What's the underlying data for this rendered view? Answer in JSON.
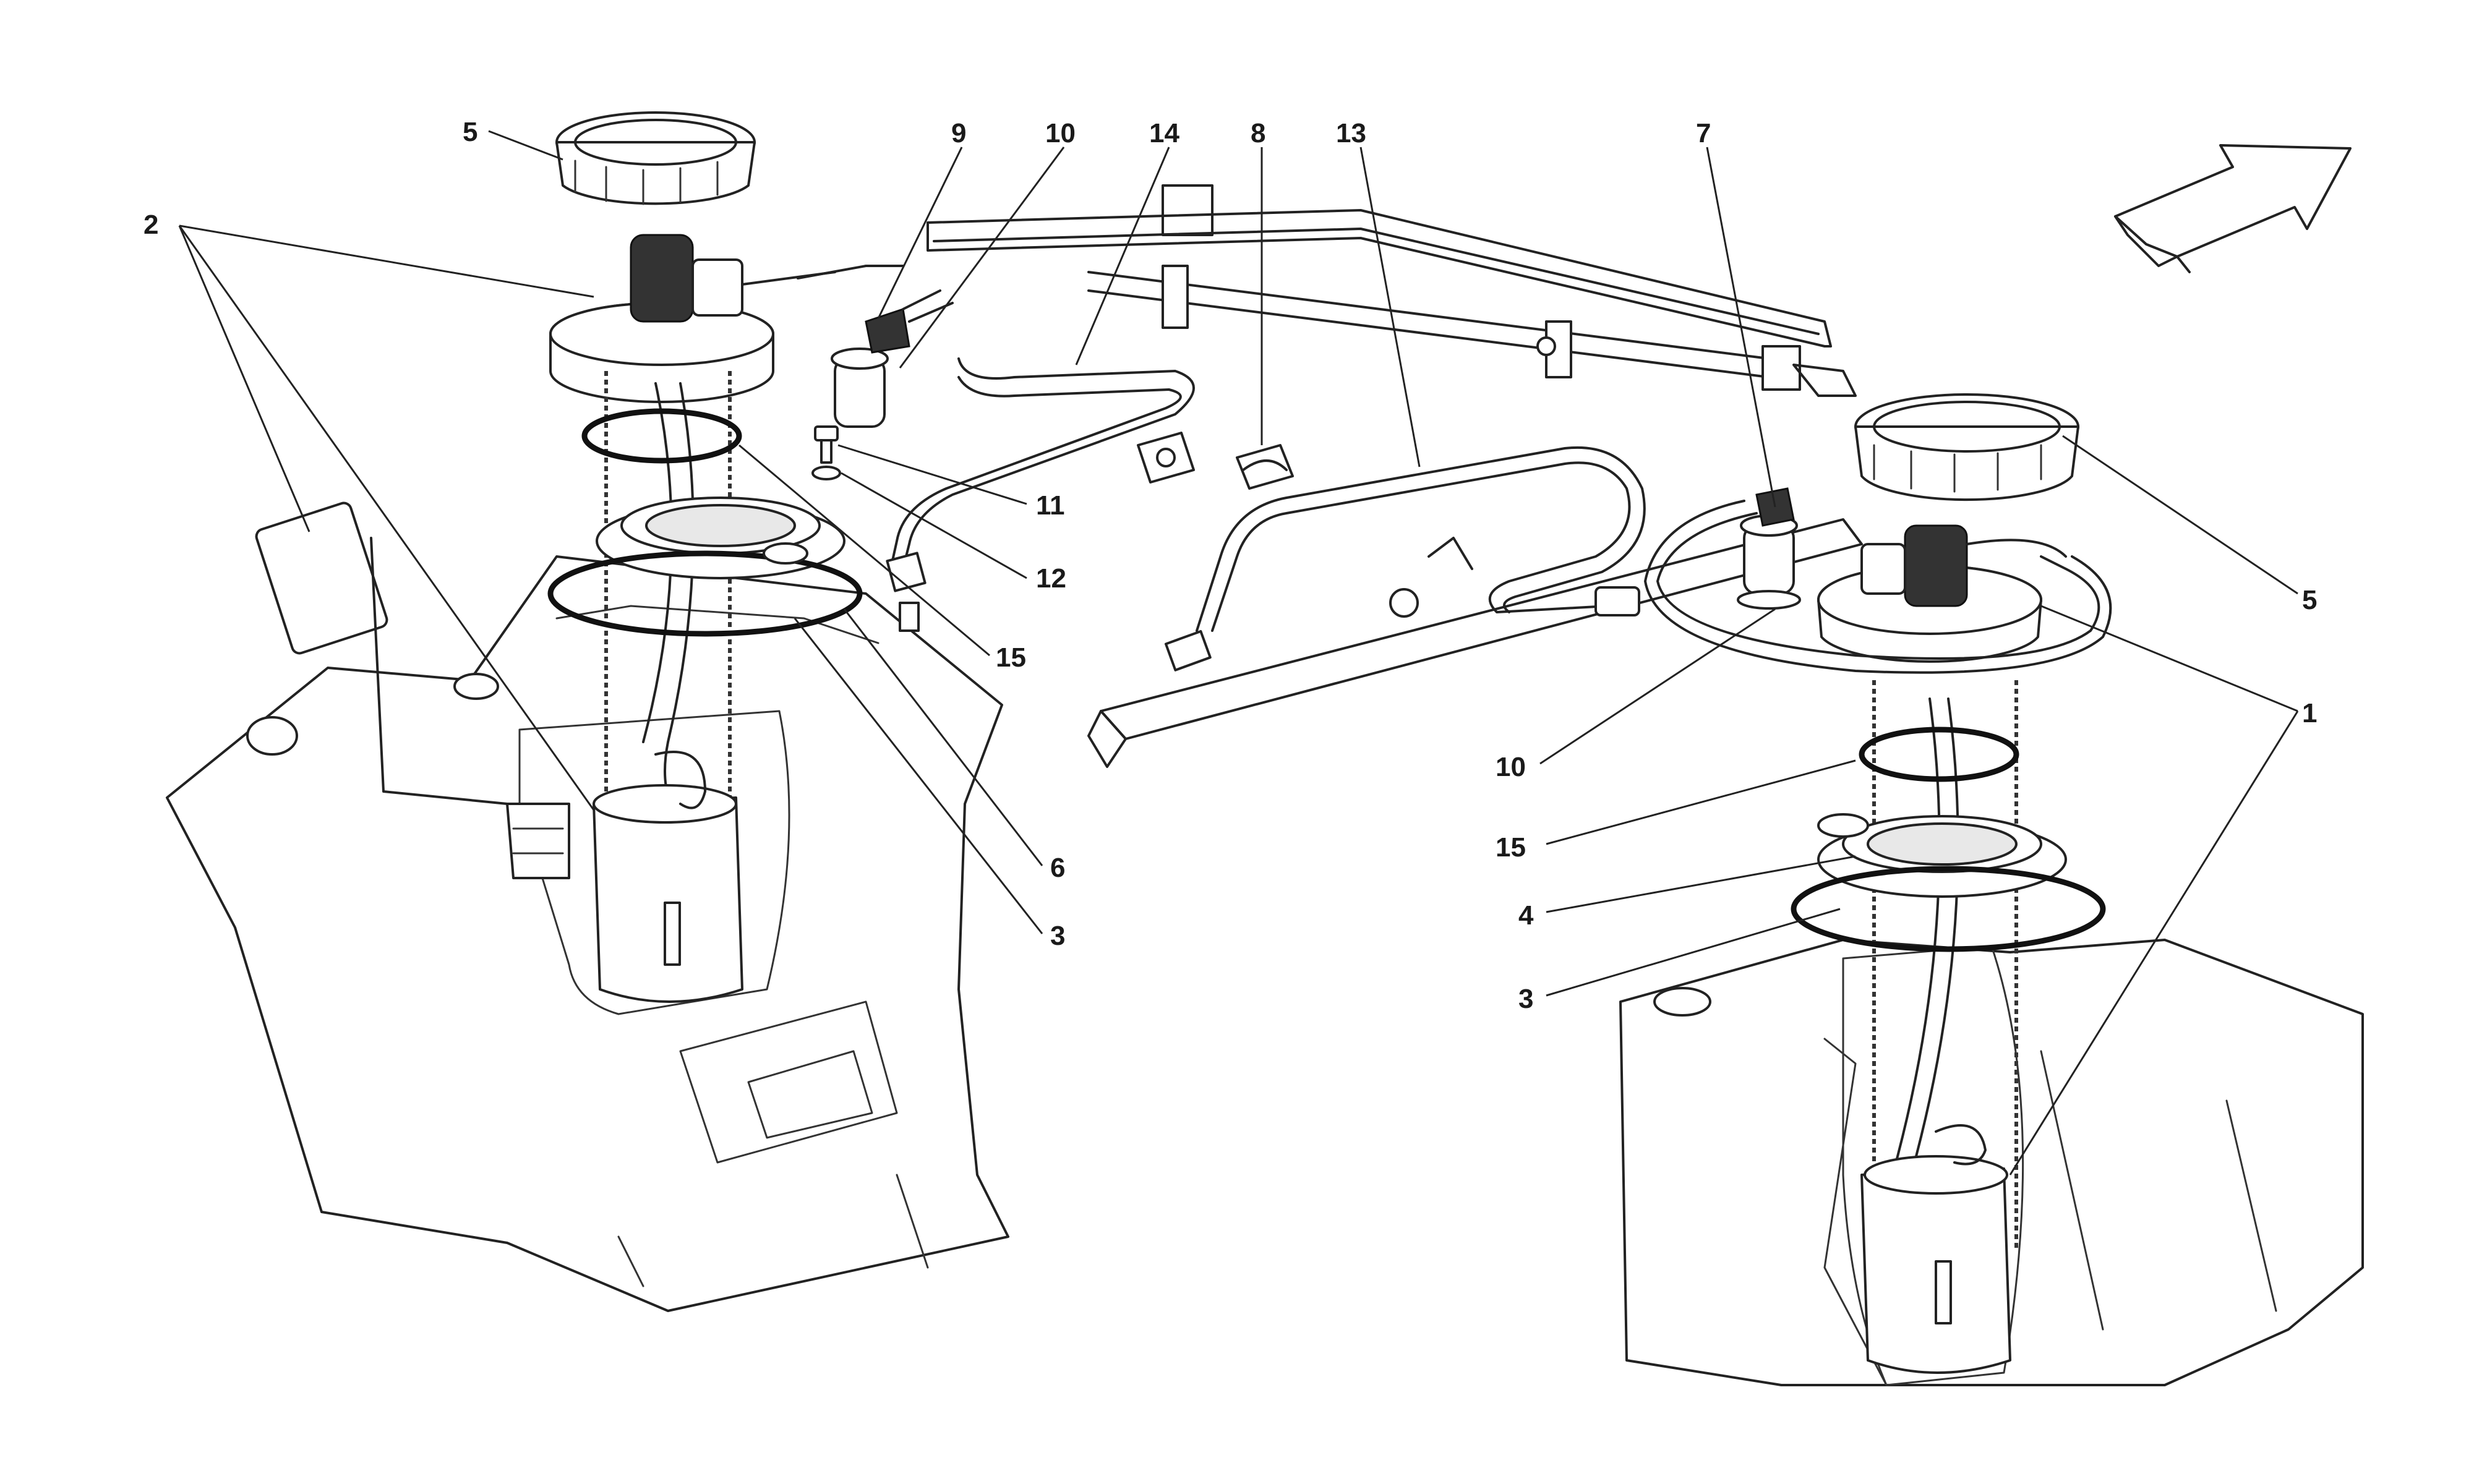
{
  "colors": {
    "line": "#222222",
    "background": "#ffffff",
    "accent_fill": "#e8e8e8"
  },
  "icons": {
    "direction": "direction-arrow-icon"
  },
  "callouts": [
    {
      "id": "c1",
      "text": "5"
    },
    {
      "id": "c2",
      "text": "2"
    },
    {
      "id": "c3",
      "text": "9"
    },
    {
      "id": "c4",
      "text": "10"
    },
    {
      "id": "c5",
      "text": "14"
    },
    {
      "id": "c6",
      "text": "8"
    },
    {
      "id": "c7",
      "text": "13"
    },
    {
      "id": "c8",
      "text": "7"
    },
    {
      "id": "c9",
      "text": "11"
    },
    {
      "id": "c10",
      "text": "12"
    },
    {
      "id": "c11",
      "text": "15"
    },
    {
      "id": "c12",
      "text": "6"
    },
    {
      "id": "c13",
      "text": "3"
    },
    {
      "id": "c14",
      "text": "5"
    },
    {
      "id": "c15",
      "text": "1"
    },
    {
      "id": "c16",
      "text": "10"
    },
    {
      "id": "c17",
      "text": "15"
    },
    {
      "id": "c18",
      "text": "4"
    },
    {
      "id": "c19",
      "text": "3"
    }
  ]
}
